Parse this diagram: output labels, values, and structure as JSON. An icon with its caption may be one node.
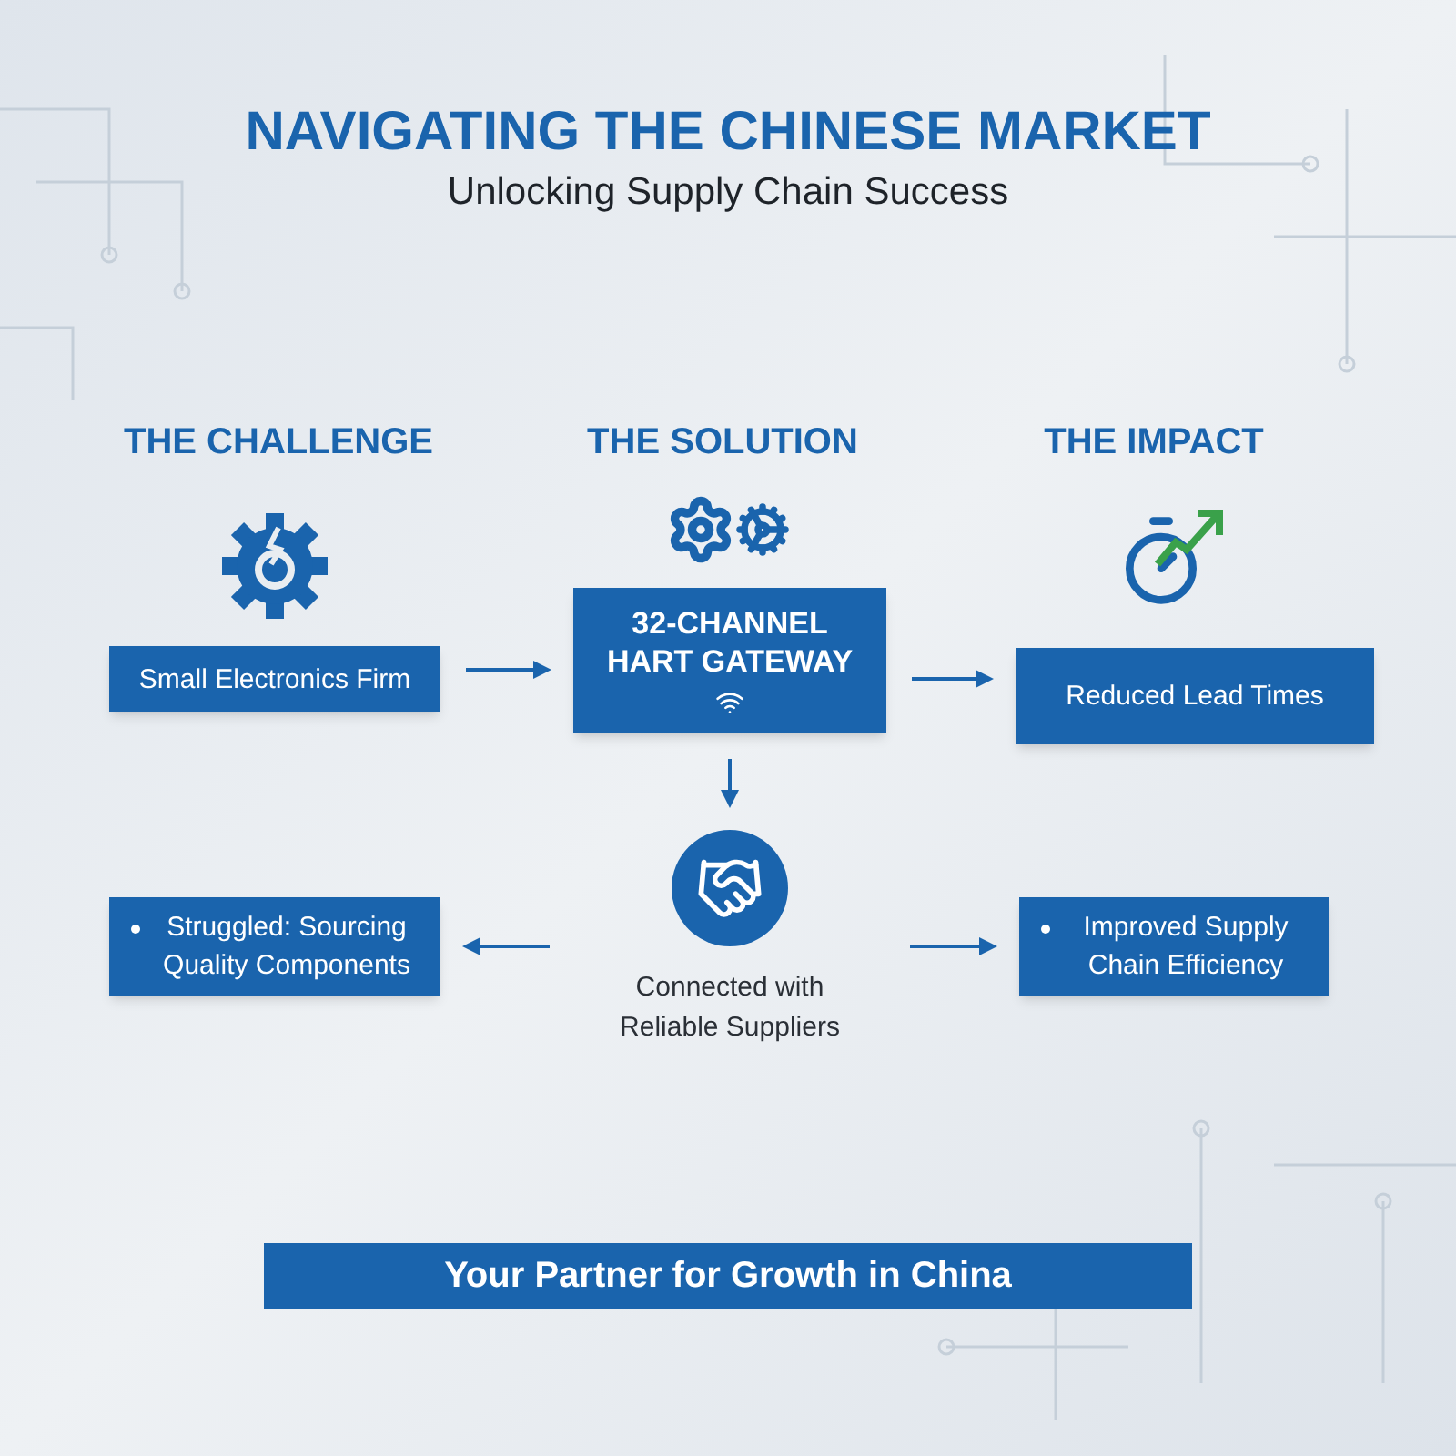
{
  "diagram": {
    "title": "NAVIGATING THE CHINESE MARKET",
    "nodes": [
      {
        "text": [
          "Small Electronics Firm"
        ]
      },
      {
        "text": [
          "32-CHANNEL HART GATEWAY"
        ]
      },
      {
        "text": [
          "Reduced Lead Times"
        ]
      },
      {
        "text": [],
        "shape": "circle",
        "beside": [
          "Connected with Reliable Suppliers"
        ]
      },
      {
        "text": [
          "Struggled: Sourcing Quality Components"
        ]
      },
      {
        "text": [
          "Improved Supply Chain Efficiency"
        ]
      },
      {
        "text": [
          "Your Partner for Growth in China"
        ]
      }
    ],
    "edges": [
      {
        "from": 0,
        "to": 1,
        "arrow": "to"
      },
      {
        "from": 1,
        "to": 2,
        "arrow": "to"
      },
      {
        "from": 1,
        "to": 3,
        "arrow": "to"
      },
      {
        "from": 3,
        "to": 4,
        "arrow": "to"
      },
      {
        "from": 3,
        "to": 5,
        "arrow": "to"
      }
    ],
    "labels": [
      "Unlocking Supply Chain Success",
      "THE CHALLENGE",
      "THE SOLUTION",
      "THE IMPACT"
    ]
  }
}
